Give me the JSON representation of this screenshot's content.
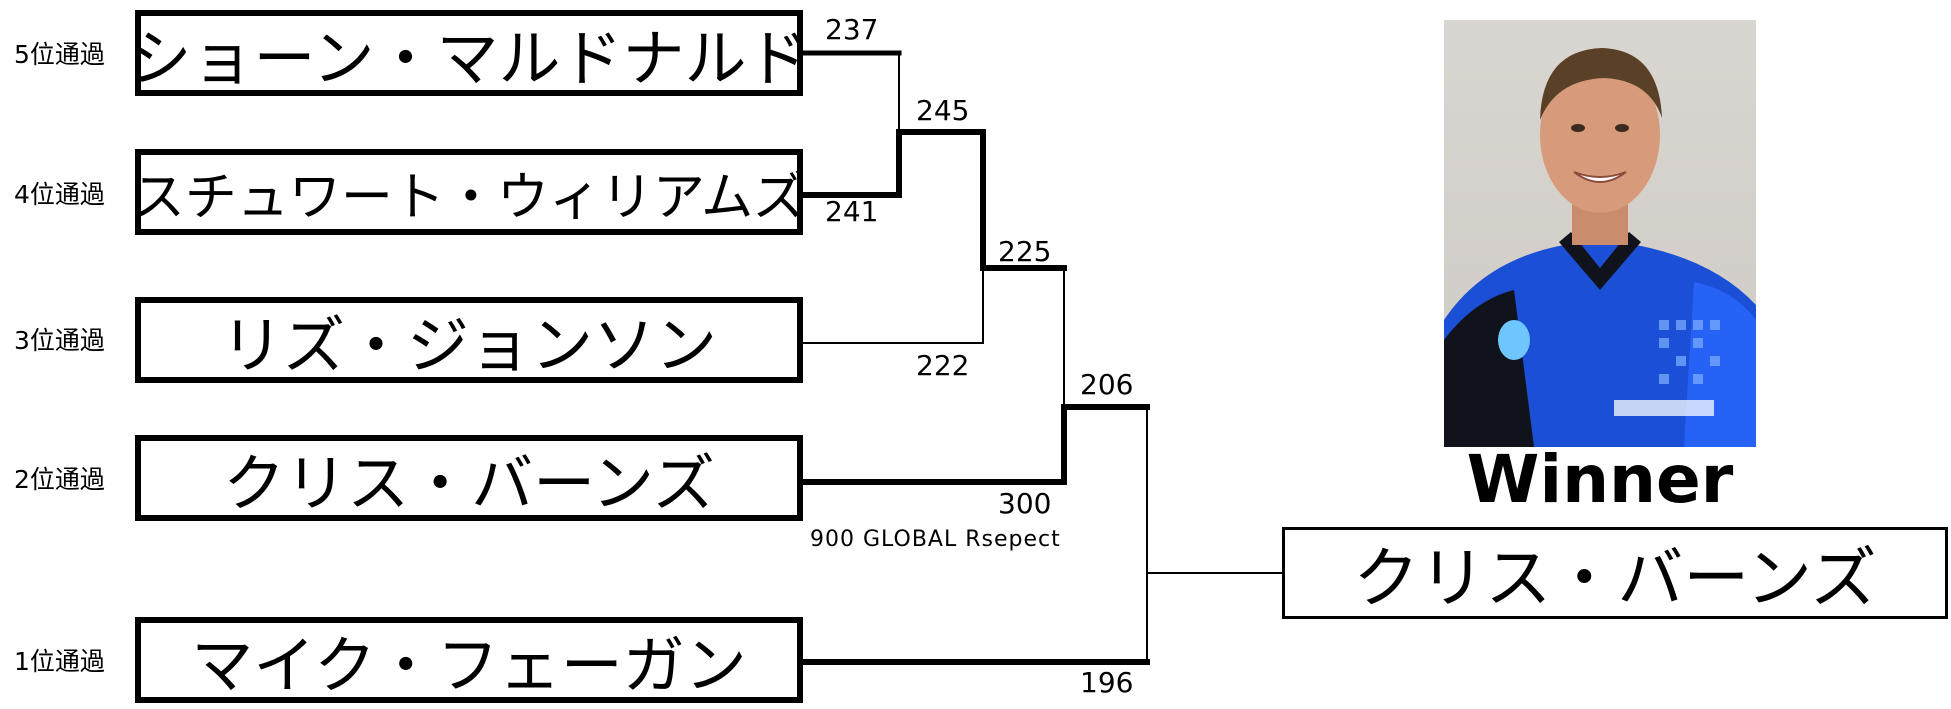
{
  "entries": [
    {
      "seed": "5位通過",
      "name": "ショーン・マルドナルド"
    },
    {
      "seed": "4位通過",
      "name": "スチュワート・ウィリアムズ"
    },
    {
      "seed": "3位通過",
      "name": "リズ・ジョンソン"
    },
    {
      "seed": "2位通過",
      "name": "クリス・バーンズ"
    },
    {
      "seed": "1位通過",
      "name": "マイク・フェーガン"
    }
  ],
  "scores": {
    "m1_top": "237",
    "m1_bottom": "241",
    "m2_top": "245",
    "m2_bottom": "222",
    "m3_top": "225",
    "m3_bottom": "300",
    "m4_top": "206",
    "m4_bottom": "196"
  },
  "note": "900 GLOBAL Rsepect",
  "winner": {
    "label": "Winner",
    "name": "クリス・バーンズ"
  },
  "colors": {
    "line": "#000000",
    "jersey": "#1a4fd6",
    "jersey_dark": "#10131c"
  }
}
